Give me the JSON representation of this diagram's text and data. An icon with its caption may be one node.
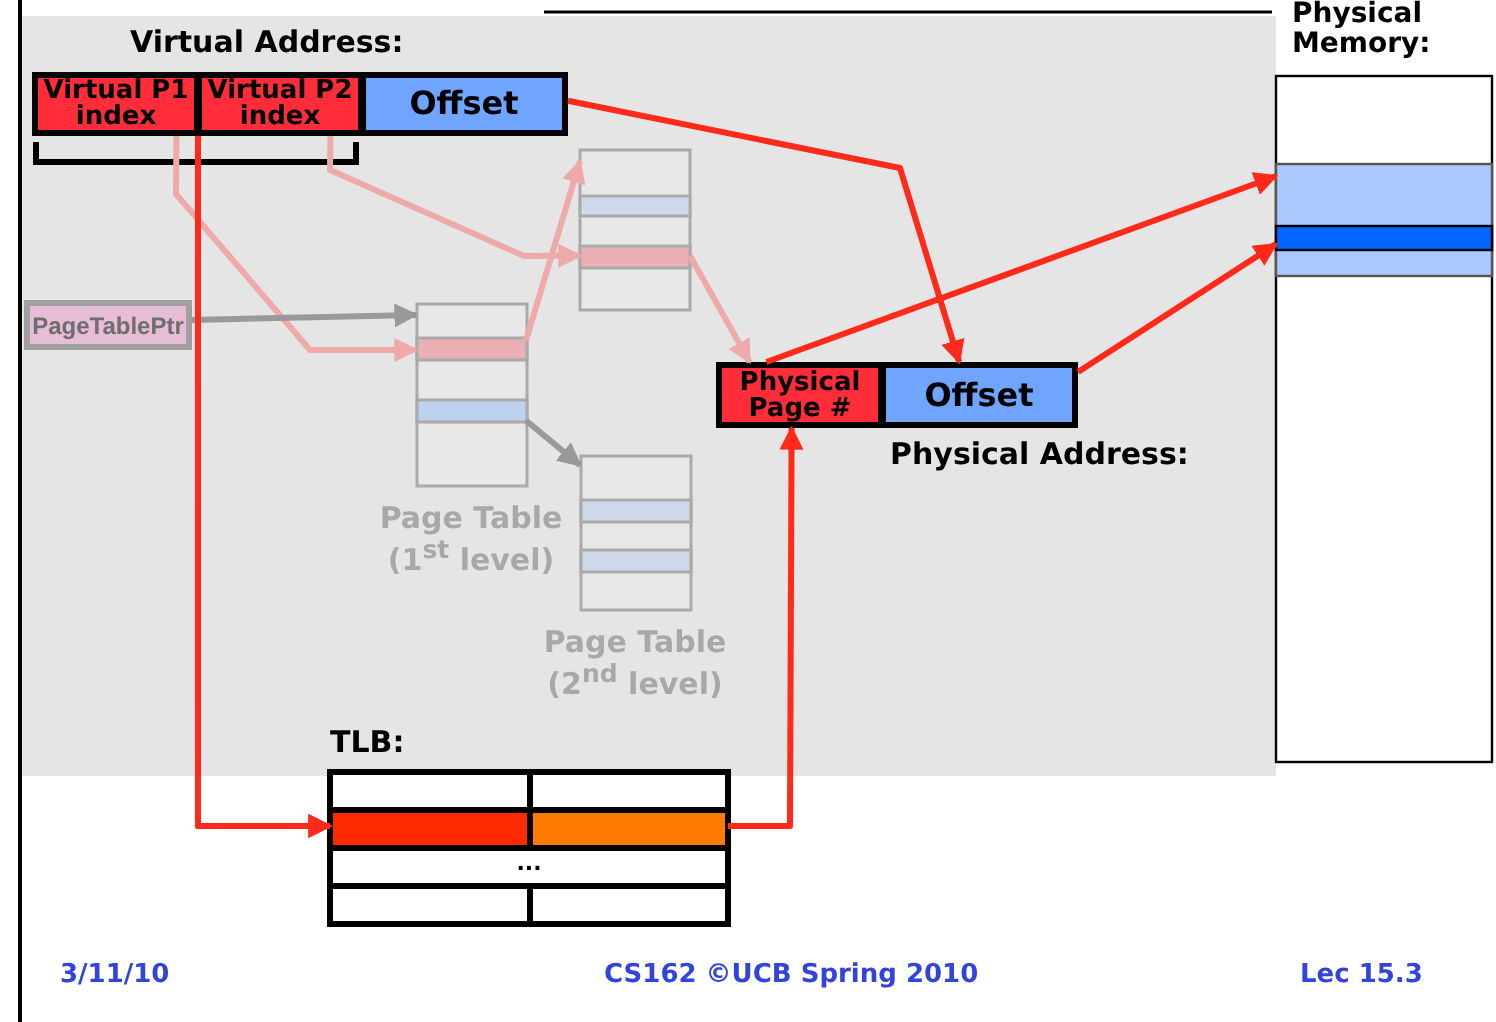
{
  "diagram": {
    "nodes": [
      {
        "text": [
          "Virtual P1 index"
        ]
      },
      {
        "text": [
          "Virtual P2 index"
        ]
      },
      {
        "text": [
          "Offset"
        ]
      },
      {
        "text": [
          "PageTablePtr"
        ]
      },
      {
        "text": [],
        "shape": "box"
      },
      {
        "text": [
          "Page Table (1$^{st}$ level)"
        ]
      },
      {
        "text": [
          "Page Table (2$^{nd}$ level)"
        ]
      },
      {
        "text": [
          "Physical Page #"
        ]
      },
      {
        "text": [
          "Offset"
        ]
      },
      {
        "text": [
          "Physical Memory:"
        ]
      },
      {
        "text": [
          "TLB:",
          "..."
        ]
      }
    ],
    "edges": [
      {
        "from": 0,
        "to": 5,
        "arrow": "to",
        "color": "#eeaaaa"
      },
      {
        "from": 3,
        "to": 5,
        "arrow": "to",
        "color": "#999999"
      },
      {
        "from": 1,
        "to": 4,
        "arrow": "to",
        "color": "#eeaaaa"
      },
      {
        "from": 5,
        "to": 4,
        "arrow": "to",
        "color": "#eeaaaa"
      },
      {
        "from": 4,
        "to": 7,
        "arrow": "to",
        "color": "#eeaaaa"
      },
      {
        "from": 5,
        "to": 6,
        "arrow": "to",
        "color": "#999999"
      },
      {
        "from": 2,
        "to": 8,
        "arrow": "to"
      },
      {
        "from": 0,
        "to": 10,
        "arrow": "to"
      },
      {
        "from": 1,
        "to": 10,
        "arrow": "to"
      },
      {
        "from": 10,
        "to": 7,
        "arrow": "to"
      },
      {
        "from": 7,
        "to": 9,
        "arrow": "to"
      },
      {
        "from": 8,
        "to": 9,
        "arrow": "to"
      }
    ],
    "labels": [
      "Virtual Address:",
      "Physical Address:",
      "3/11/10",
      "CS162 ©UCB Spring 2010",
      "Lec 15.3"
    ]
  }
}
